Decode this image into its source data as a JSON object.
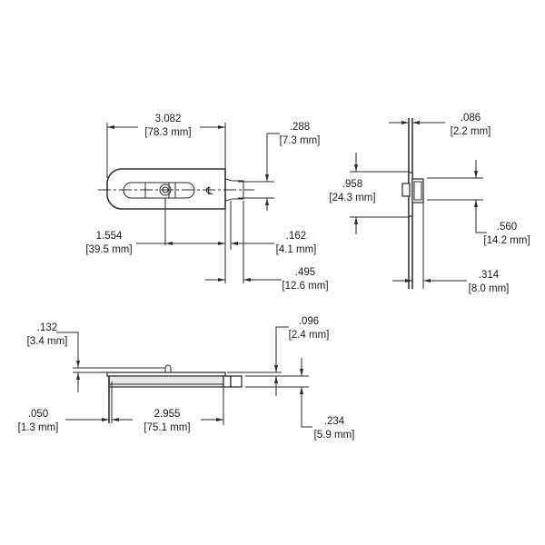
{
  "drawing": {
    "views": {
      "top_view": {
        "dimensions": {
          "overall_length": {
            "in": "3.082",
            "mm": "[78.3 mm]"
          },
          "tab_height": {
            "in": ".288",
            "mm": "[7.3 mm]"
          },
          "center_offset": {
            "in": "1.554",
            "mm": "[39.5 mm]"
          },
          "tab_gap": {
            "in": ".162",
            "mm": "[4.1 mm]"
          },
          "tab_length": {
            "in": ".495",
            "mm": "[12.6 mm]"
          }
        },
        "centerline_symbol": "℄"
      },
      "end_view": {
        "dimensions": {
          "plate_thickness": {
            "in": ".086",
            "mm": "[2.2 mm]"
          },
          "plate_height": {
            "in": ".958",
            "mm": "[24.3 mm]"
          },
          "boss_height": {
            "in": ".560",
            "mm": "[14.2 mm]"
          },
          "boss_depth": {
            "in": ".314",
            "mm": "[8.0 mm]"
          }
        }
      },
      "side_view": {
        "dimensions": {
          "knob_height": {
            "in": ".132",
            "mm": "[3.4 mm]"
          },
          "tab_thickness": {
            "in": ".096",
            "mm": "[2.4 mm]"
          },
          "lip_width": {
            "in": ".050",
            "mm": "[1.3 mm]"
          },
          "body_length": {
            "in": "2.955",
            "mm": "[75.1 mm]"
          },
          "tab_height": {
            "in": ".234",
            "mm": "[5.9 mm]"
          }
        }
      }
    },
    "colors": {
      "line": "#2a2a2a",
      "background": "#ffffff"
    }
  }
}
